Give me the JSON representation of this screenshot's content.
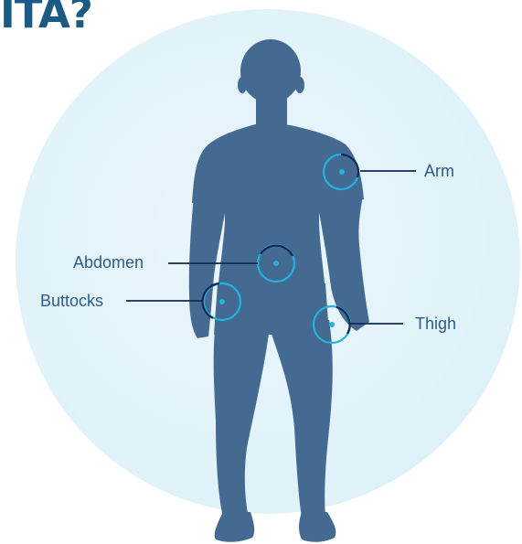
{
  "heading": {
    "text": "ITA?"
  },
  "sites": {
    "arm": "Arm",
    "abdomen": "Abdomen",
    "buttocks": "Buttocks",
    "thigh": "Thigh"
  },
  "colors": {
    "heading": "#1c5a86",
    "silhouette": "#456a91",
    "background_circle": "#e1f2f9",
    "marker_ring": "#22b3de",
    "marker_arc": "#0f2a55",
    "leader_line": "#0f2a55",
    "label_text": "#2b5c86"
  }
}
